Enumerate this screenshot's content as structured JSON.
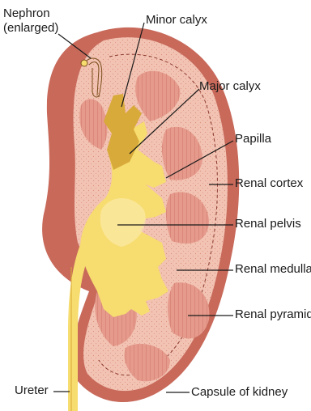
{
  "labels": {
    "nephron_line1": "Nephron",
    "nephron_line2": "(enlarged)",
    "minor_calyx": "Minor calyx",
    "major_calyx": "Major calyx",
    "papilla": "Papilla",
    "renal_cortex": "Renal cortex",
    "renal_pelvis": "Renal pelvis",
    "renal_medulla": "Renal medulla",
    "renal_pyramid": "Renal pyramid",
    "ureter": "Ureter",
    "capsule": "Capsule of kidney"
  },
  "colors": {
    "capsule": "#c8695a",
    "capsule_shadow": "#b0564a",
    "cortex": "#f2c2b2",
    "cortex_dots": "#d9907e",
    "pyramid": "#e59a8c",
    "pyramid_lines": "#c0604f",
    "pelvis": "#f7dc6f",
    "pelvis_highlight": "#fbeaa8",
    "calyx_dark": "#d8aa3a",
    "leader_line": "#1a1a1a"
  }
}
